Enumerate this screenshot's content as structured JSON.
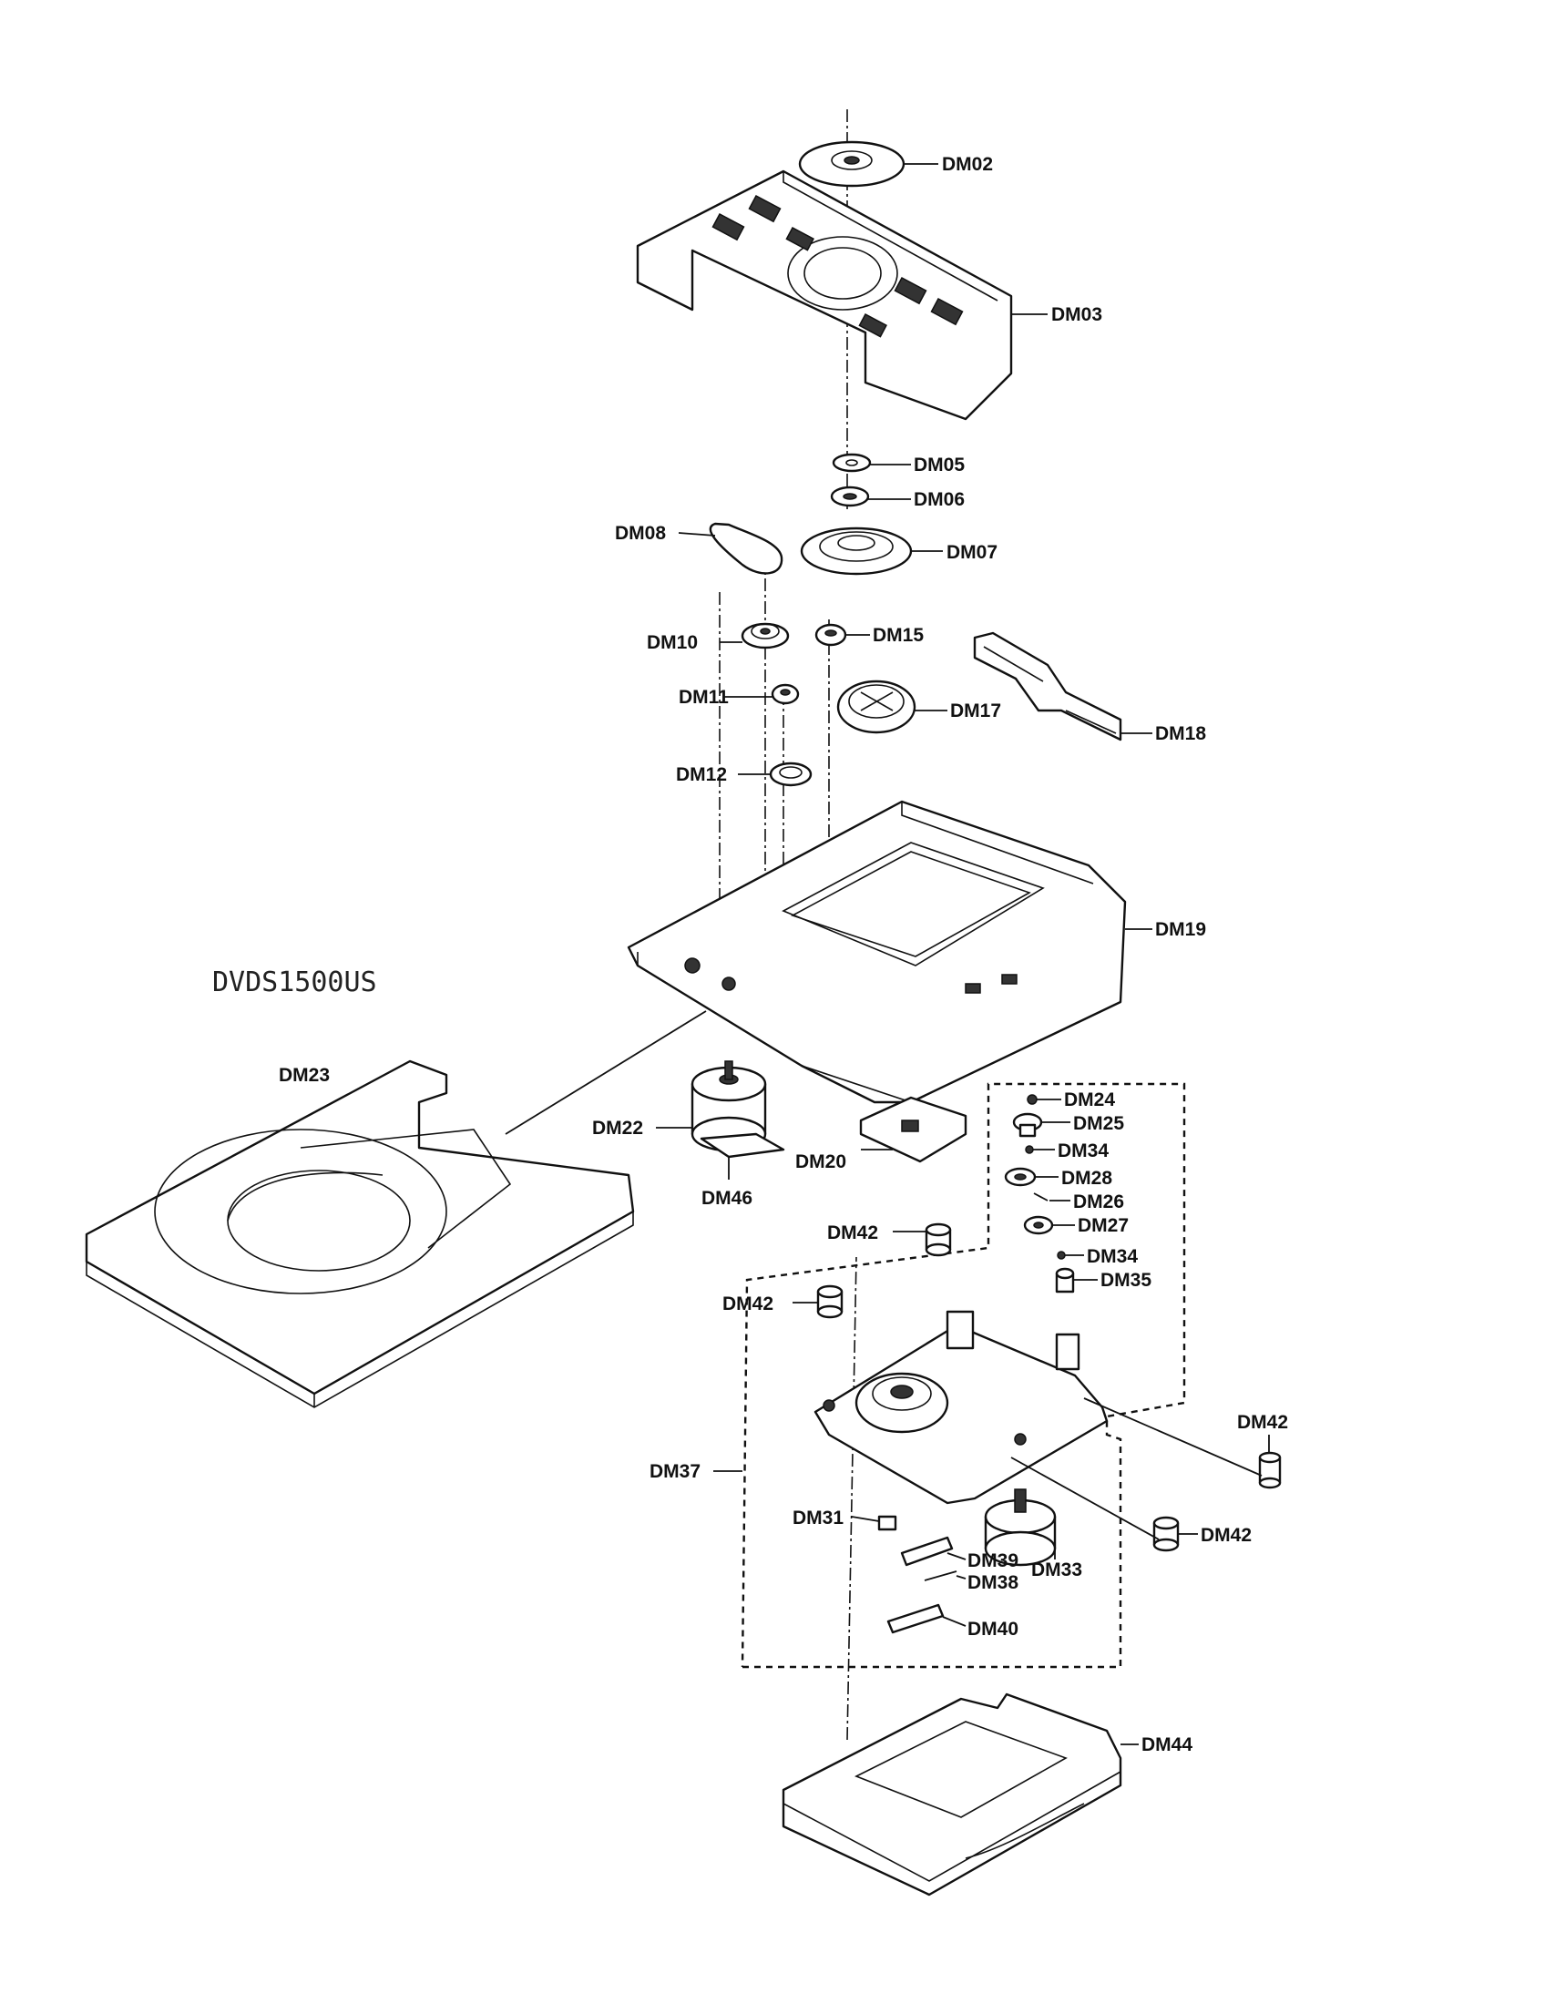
{
  "model": "DVDS1500US",
  "labels": {
    "DM02": "DM02",
    "DM03": "DM03",
    "DM05": "DM05",
    "DM06": "DM06",
    "DM07": "DM07",
    "DM08": "DM08",
    "DM10": "DM10",
    "DM11": "DM11",
    "DM12": "DM12",
    "DM15": "DM15",
    "DM17": "DM17",
    "DM18": "DM18",
    "DM19": "DM19",
    "DM20": "DM20",
    "DM22": "DM22",
    "DM23": "DM23",
    "DM24": "DM24",
    "DM25": "DM25",
    "DM26": "DM26",
    "DM27": "DM27",
    "DM28": "DM28",
    "DM31": "DM31",
    "DM33": "DM33",
    "DM34": "DM34",
    "DM35": "DM35",
    "DM37": "DM37",
    "DM38": "DM38",
    "DM39": "DM39",
    "DM40": "DM40",
    "DM42": "DM42",
    "DM44": "DM44",
    "DM46": "DM46"
  }
}
